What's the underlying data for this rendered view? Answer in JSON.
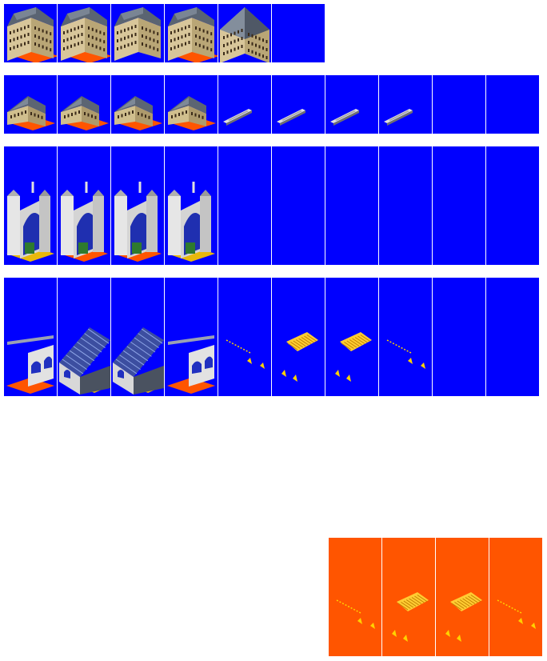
{
  "sheet": {
    "background_color": "#ffffff",
    "cell_color": "#0000ff",
    "mask_color": "#ff5500",
    "ground_yellow": "#e8b80c"
  },
  "rows": [
    {
      "id": "row1",
      "cells": [
        {
          "sprite": "building-wide-icon",
          "ground": "orange"
        },
        {
          "sprite": "building-wide-icon",
          "ground": "orange"
        },
        {
          "sprite": "building-wide-icon",
          "ground": "none"
        },
        {
          "sprite": "building-wide-icon",
          "ground": "orange"
        },
        {
          "sprite": "building-pyramid-roof-icon",
          "ground": "none"
        },
        {
          "sprite": "empty",
          "ground": "none"
        }
      ]
    },
    {
      "id": "row2",
      "cells": [
        {
          "sprite": "station-hall-icon",
          "ground": "orange"
        },
        {
          "sprite": "station-hall-icon",
          "ground": "orange"
        },
        {
          "sprite": "station-hall-icon",
          "ground": "orange"
        },
        {
          "sprite": "station-hall-icon",
          "ground": "orange"
        },
        {
          "sprite": "platform-slab-icon",
          "ground": "none"
        },
        {
          "sprite": "platform-slab-icon",
          "ground": "none"
        },
        {
          "sprite": "platform-slab-icon",
          "ground": "none"
        },
        {
          "sprite": "platform-slab-icon",
          "ground": "none"
        },
        {
          "sprite": "empty",
          "ground": "none"
        },
        {
          "sprite": "empty",
          "ground": "none"
        }
      ]
    },
    {
      "id": "row3",
      "cells": [
        {
          "sprite": "tower-gate-icon",
          "ground": "yellow"
        },
        {
          "sprite": "tower-gate-icon",
          "ground": "orange"
        },
        {
          "sprite": "tower-gate-icon",
          "ground": "orange"
        },
        {
          "sprite": "tower-gate-icon",
          "ground": "yellow"
        },
        {
          "sprite": "empty",
          "ground": "none"
        },
        {
          "sprite": "empty",
          "ground": "none"
        },
        {
          "sprite": "empty",
          "ground": "none"
        },
        {
          "sprite": "empty",
          "ground": "none"
        },
        {
          "sprite": "empty",
          "ground": "none"
        },
        {
          "sprite": "empty",
          "ground": "none"
        }
      ]
    },
    {
      "id": "row4",
      "cells": [
        {
          "sprite": "arched-facade-icon",
          "ground": "orange"
        },
        {
          "sprite": "glass-roof-hall-icon",
          "ground": "yellow"
        },
        {
          "sprite": "glass-roof-hall-icon",
          "ground": "yellow"
        },
        {
          "sprite": "arched-facade-icon",
          "ground": "orange"
        },
        {
          "sprite": "light-marks-icon",
          "ground": "none"
        },
        {
          "sprite": "light-grid-icon",
          "ground": "none"
        },
        {
          "sprite": "light-grid-icon",
          "ground": "none"
        },
        {
          "sprite": "light-marks-icon",
          "ground": "none"
        },
        {
          "sprite": "empty",
          "ground": "none"
        },
        {
          "sprite": "empty",
          "ground": "none"
        }
      ]
    },
    {
      "id": "row5",
      "background": "orange",
      "cells": [
        {
          "sprite": "light-marks-icon",
          "ground": "none"
        },
        {
          "sprite": "light-grid-icon",
          "ground": "none"
        },
        {
          "sprite": "light-grid-icon",
          "ground": "none"
        },
        {
          "sprite": "light-marks-icon",
          "ground": "none"
        }
      ]
    }
  ]
}
